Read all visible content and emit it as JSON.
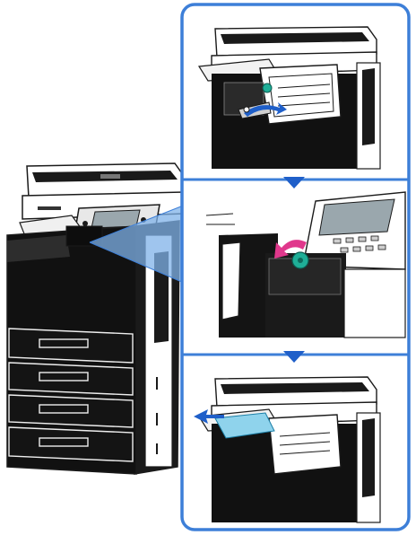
{
  "diagram": {
    "colors": {
      "frame": "#3d7fd8",
      "arrow": "#1f5fc9",
      "callout": "#7fb1e8",
      "ink": "#1a1a1a",
      "machine_dark": "#111111",
      "machine_mid": "#5a5a5a",
      "machine_light": "#d9d9d9",
      "screen": "#9aa7ad",
      "knob": "#1fae97",
      "turn_arrow": "#e0388c",
      "paper": "#8fd3ec"
    },
    "overview": {
      "subject": "multifunction-copier"
    },
    "steps": [
      {
        "id": "step-1",
        "subject": "open-side-cover"
      },
      {
        "id": "step-2",
        "subject": "turn-green-knob"
      },
      {
        "id": "step-3",
        "subject": "remove-jammed-paper"
      }
    ]
  }
}
